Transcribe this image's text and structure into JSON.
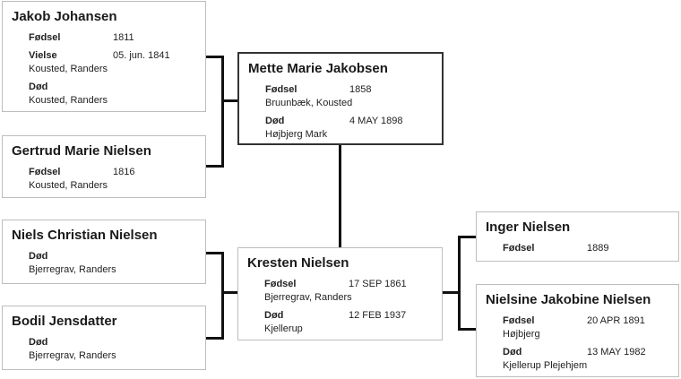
{
  "persons": {
    "jakob": {
      "name": "Jakob Johansen",
      "events": [
        {
          "label": "Fødsel",
          "date": "1811",
          "place": ""
        },
        {
          "label": "Vielse",
          "date": "05. jun. 1841",
          "place": "Kousted, Randers"
        },
        {
          "label": "Død",
          "date": "",
          "place": "Kousted, Randers"
        }
      ]
    },
    "gertrud": {
      "name": "Gertrud Marie Nielsen",
      "events": [
        {
          "label": "Fødsel",
          "date": "1816",
          "place": "Kousted, Randers"
        }
      ]
    },
    "mette": {
      "name": "Mette Marie Jakobsen",
      "events": [
        {
          "label": "Fødsel",
          "date": "1858",
          "place": "Bruunbæk, Kousted"
        },
        {
          "label": "Død",
          "date": "4 MAY 1898",
          "place": "Højbjerg Mark"
        }
      ]
    },
    "niels": {
      "name": "Niels Christian Nielsen",
      "events": [
        {
          "label": "Død",
          "date": "",
          "place": "Bjerregrav, Randers"
        }
      ]
    },
    "bodil": {
      "name": "Bodil Jensdatter",
      "events": [
        {
          "label": "Død",
          "date": "",
          "place": "Bjerregrav, Randers"
        }
      ]
    },
    "kresten": {
      "name": "Kresten Nielsen",
      "events": [
        {
          "label": "Fødsel",
          "date": "17 SEP 1861",
          "place": "Bjerregrav, Randers"
        },
        {
          "label": "Død",
          "date": "12 FEB 1937",
          "place": "Kjellerup"
        }
      ]
    },
    "inger": {
      "name": "Inger Nielsen",
      "events": [
        {
          "label": "Fødsel",
          "date": "1889",
          "place": ""
        }
      ]
    },
    "nielsine": {
      "name": "Nielsine Jakobine Nielsen",
      "events": [
        {
          "label": "Fødsel",
          "date": "20 APR 1891",
          "place": "Højbjerg"
        },
        {
          "label": "Død",
          "date": "13 MAY 1982",
          "place": "Kjellerup Plejehjem"
        }
      ]
    }
  }
}
